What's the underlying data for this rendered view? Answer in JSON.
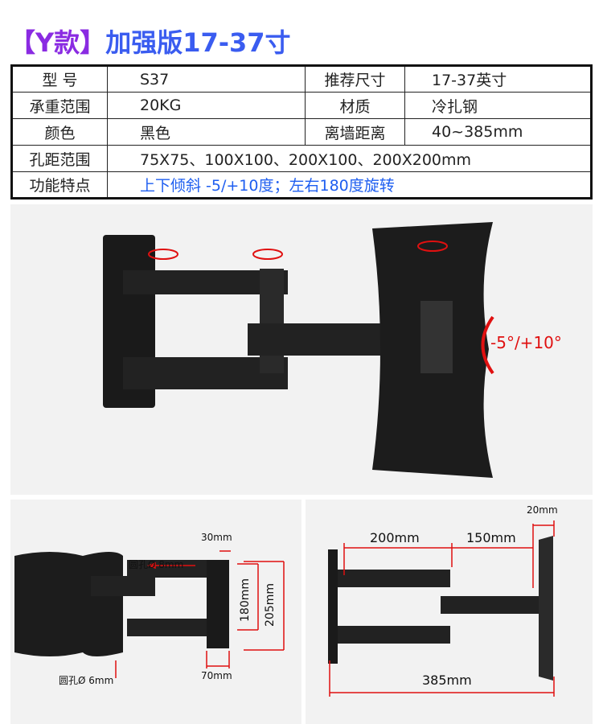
{
  "title": {
    "part1": "【Y款】",
    "part2": "加强版17-37寸"
  },
  "specs": {
    "model_label": "型 号",
    "model": "S37",
    "size_label": "推荐尺寸",
    "size": "17-37英寸",
    "load_label": "承重范围",
    "load": "20KG",
    "material_label": "材质",
    "material": "冷扎钢",
    "color_label": "颜色",
    "color": "黑色",
    "wall_label": "离墙距离",
    "wall": "40~385mm",
    "vesa_label": "孔距范围",
    "vesa": "75X75、100X100、200X100、200X200mm",
    "feature_label": "功能特点",
    "feature": "上下倾斜 -5/+10度；左右180度旋转"
  },
  "photo": {
    "tilt_label": "-5°/+10°"
  },
  "dims_left": {
    "hole8": "圆孔Ø 8mm",
    "hole6": "圆孔Ø 6mm",
    "w30": "30mm",
    "h180": "180mm",
    "h205": "205mm",
    "w70": "70mm"
  },
  "dims_right": {
    "d20": "20mm",
    "d200": "200mm",
    "d150": "150mm",
    "d385": "385mm"
  },
  "colors": {
    "accent_red": "#e01010",
    "title_purple": "#8a2be2",
    "title_blue": "#3a5cf0",
    "feature_blue": "#1e5ef0"
  }
}
